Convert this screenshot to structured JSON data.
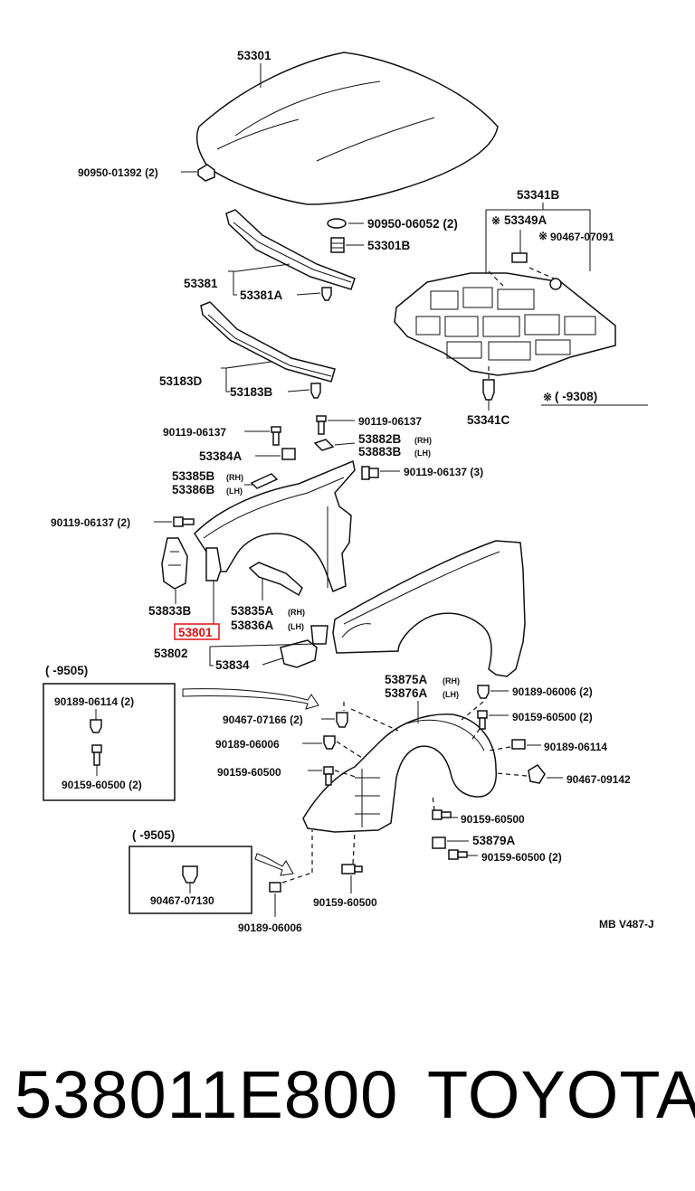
{
  "labels": {
    "p53301": "53301",
    "p90950_01392": "90950-01392 (2)",
    "p90950_06052": "90950-06052 (2)",
    "p53301b": "53301B",
    "p53381": "53381",
    "p53381a": "53381A",
    "p53183d": "53183D",
    "p53183b": "53183B",
    "p53341b": "53341B",
    "p53349a": "53349A",
    "p90467_07091": "90467-07091",
    "p53341c": "53341C",
    "note_range": "(      -9308)",
    "p90119_06137_a": "90119-06137",
    "p90119_06137_b": "90119-06137",
    "p53384a": "53384A",
    "p53882b": "53882B",
    "p53883b": "53883B",
    "p90119_06137_3": "90119-06137 (3)",
    "p53385b": "53385B",
    "p53386b": "53386B",
    "p90119_06137_2": "90119-06137 (2)",
    "p53833b": "53833B",
    "p53835a": "53835A",
    "p53836a": "53836A",
    "p53801": "53801",
    "p53802": "53802",
    "p53834": "53834",
    "range1": "(      -9505)",
    "p90189_06114_2": "90189-06114 (2)",
    "p90159_60500_2a": "90159-60500 (2)",
    "p90467_07166": "90467-07166 (2)",
    "p90189_06006_a": "90189-06006",
    "p90159_60500_a": "90159-60500",
    "p53875a": "53875A",
    "p53876a": "53876A",
    "p90189_06006_2": "90189-06006 (2)",
    "p90159_60500_2b": "90159-60500 (2)",
    "p90189_06114": "90189-06114",
    "p90467_09142": "90467-09142",
    "p90159_60500_b": "90159-60500",
    "p53879a": "53879A",
    "p90159_60500_2c": "90159-60500 (2)",
    "range2": "(      -9505)",
    "p90467_07130": "90467-07130",
    "p90159_60500_c": "90159-60500",
    "p90189_06006_b": "90189-06006",
    "ref": "MB  V487-J",
    "rh": "(RH)",
    "lh": "(LH)",
    "star": "※"
  },
  "footer": {
    "part_number": "538011E800",
    "brand": "TOYOTA"
  },
  "colors": {
    "highlight": "#dd1111",
    "ink": "#111111"
  }
}
